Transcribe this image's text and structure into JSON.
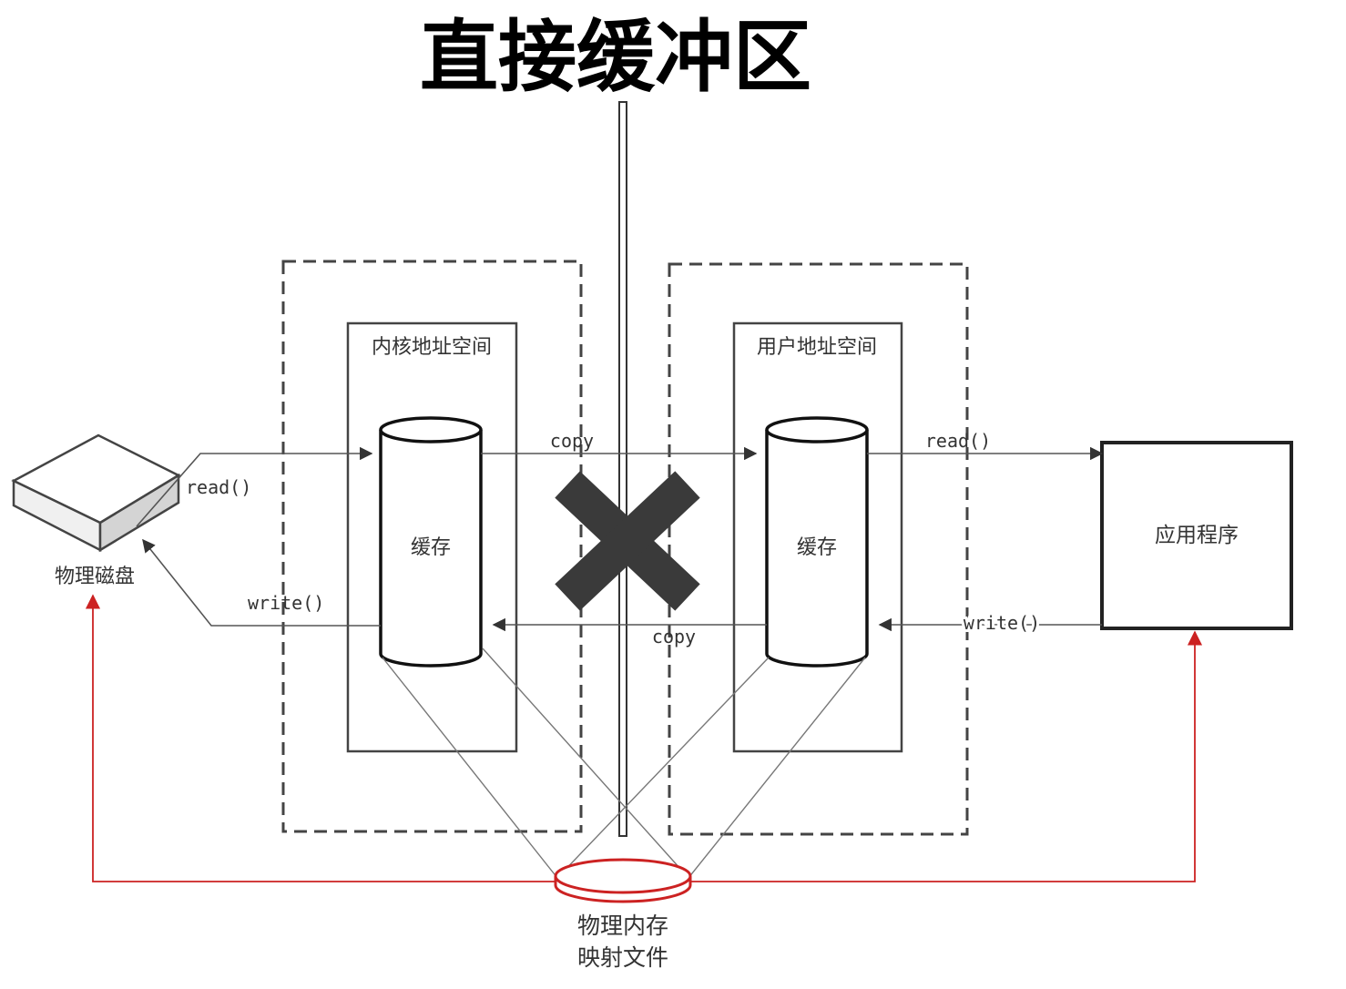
{
  "title": "直接缓冲区",
  "kernel_space_label": "内核地址空间",
  "user_space_label": "用户地址空间",
  "kernel_buffer_label": "缓存",
  "user_buffer_label": "缓存",
  "app_label": "应用程序",
  "disk_label": "物理磁盘",
  "memory_label_line1": "物理内存",
  "memory_label_line2": "映射文件",
  "arrows": {
    "disk_read": "read()",
    "disk_write": "write()",
    "copy_top": "copy",
    "copy_bottom": "copy",
    "app_read": "read()",
    "app_write": "write()"
  },
  "colors": {
    "line": "#555555",
    "box": "#444444",
    "cross": "#3a3a3a",
    "mapping": "#cc2222"
  }
}
